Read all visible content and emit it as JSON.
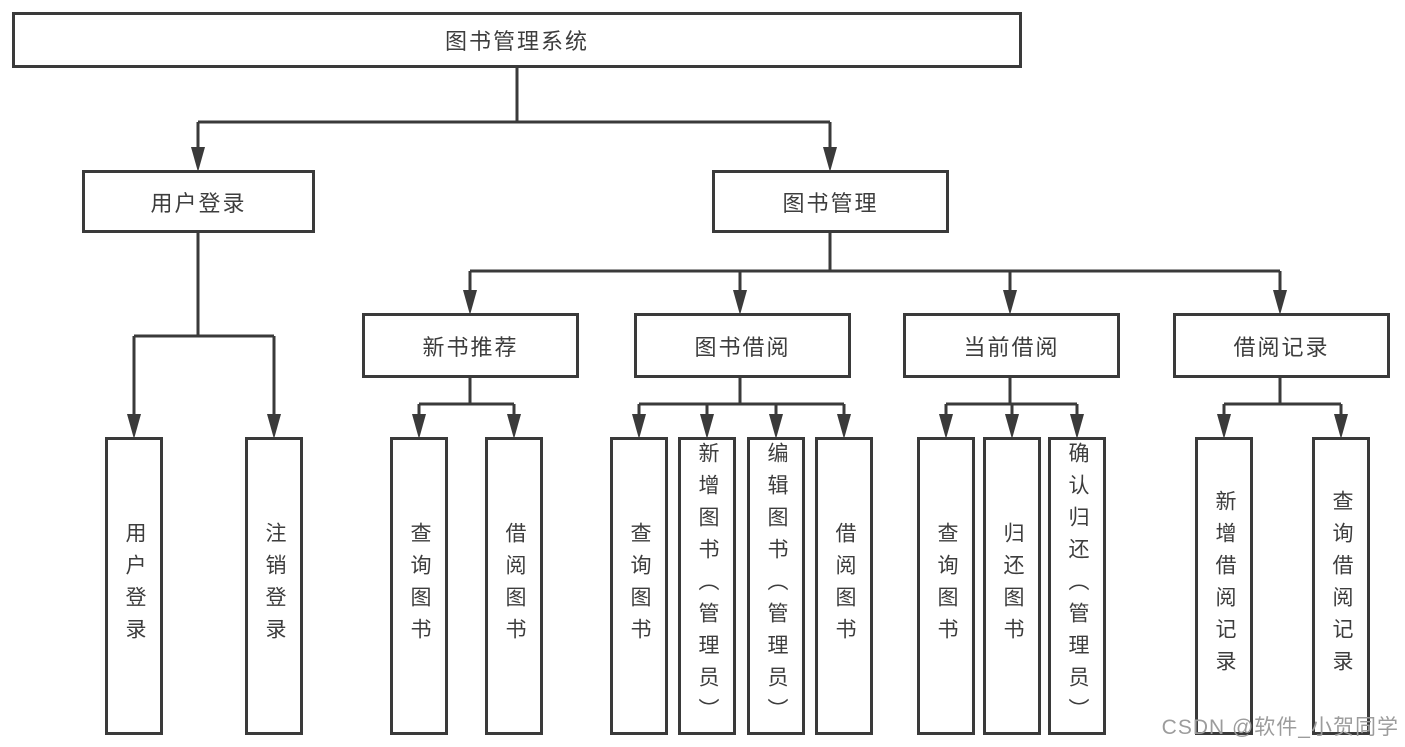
{
  "diagram": {
    "root": {
      "label": "图书管理系统"
    },
    "branches": [
      {
        "label": "用户登录",
        "children": [
          {
            "label": "用户登录"
          },
          {
            "label": "注销登录"
          }
        ]
      },
      {
        "label": "图书管理",
        "children": [
          {
            "label": "新书推荐",
            "children": [
              {
                "label": "查询图书"
              },
              {
                "label": "借阅图书"
              }
            ]
          },
          {
            "label": "图书借阅",
            "children": [
              {
                "label": "查询图书"
              },
              {
                "label": "新增图书（管理员）"
              },
              {
                "label": "编辑图书（管理员）"
              },
              {
                "label": "借阅图书"
              }
            ]
          },
          {
            "label": "当前借阅",
            "children": [
              {
                "label": "查询图书"
              },
              {
                "label": "归还图书"
              },
              {
                "label": "确认归还（管理员）"
              }
            ]
          },
          {
            "label": "借阅记录",
            "children": [
              {
                "label": "新增借阅记录"
              },
              {
                "label": "查询借阅记录"
              }
            ]
          }
        ]
      }
    ]
  },
  "watermark": {
    "text": "CSDN @软件_小贺同学"
  },
  "colors": {
    "line": "#3a3a3a",
    "box_border": "#3a3a3a",
    "box_fill": "#ffffff",
    "label_text": "#3d3d3d",
    "watermark_text": "#9c9c9c",
    "background": "#ffffff"
  }
}
